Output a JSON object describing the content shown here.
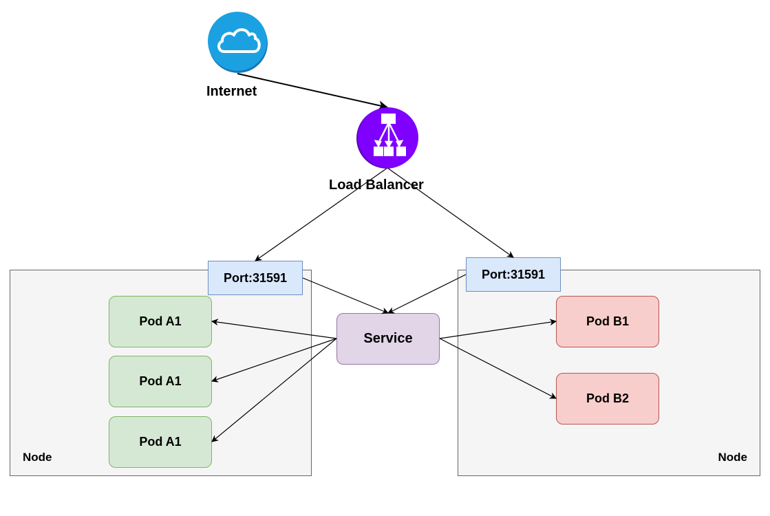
{
  "diagram": {
    "internet": {
      "label": "Internet",
      "icon": "cloud-icon",
      "color": "#1ba1e2"
    },
    "load_balancer": {
      "label": "Load Balancer",
      "icon": "load-balancer-icon",
      "color": "#7f00ff"
    },
    "nodes": [
      {
        "label": "Node"
      },
      {
        "label": "Node"
      }
    ],
    "ports": [
      {
        "label": "Port:31591"
      },
      {
        "label": "Port:31591"
      }
    ],
    "service": {
      "label": "Service"
    },
    "pods_a": [
      {
        "label": "Pod A1"
      },
      {
        "label": "Pod A1"
      },
      {
        "label": "Pod A1"
      }
    ],
    "pods_b": [
      {
        "label": "Pod B1"
      },
      {
        "label": "Pod B2"
      }
    ],
    "colors": {
      "node_fill": "#f5f5f5",
      "pod_a_fill": "#d5e8d4",
      "pod_b_fill": "#f8cecc",
      "port_fill": "#dae8fc",
      "service_fill": "#e1d5e7"
    },
    "edges": [
      {
        "from": "internet",
        "to": "load-balancer"
      },
      {
        "from": "load-balancer",
        "to": "port-left"
      },
      {
        "from": "load-balancer",
        "to": "port-right"
      },
      {
        "from": "port-left",
        "to": "service"
      },
      {
        "from": "port-right",
        "to": "service"
      },
      {
        "from": "service",
        "to": "pod-a1-1"
      },
      {
        "from": "service",
        "to": "pod-a1-2"
      },
      {
        "from": "service",
        "to": "pod-a1-3"
      },
      {
        "from": "service",
        "to": "pod-b1"
      },
      {
        "from": "service",
        "to": "pod-b2"
      }
    ]
  }
}
